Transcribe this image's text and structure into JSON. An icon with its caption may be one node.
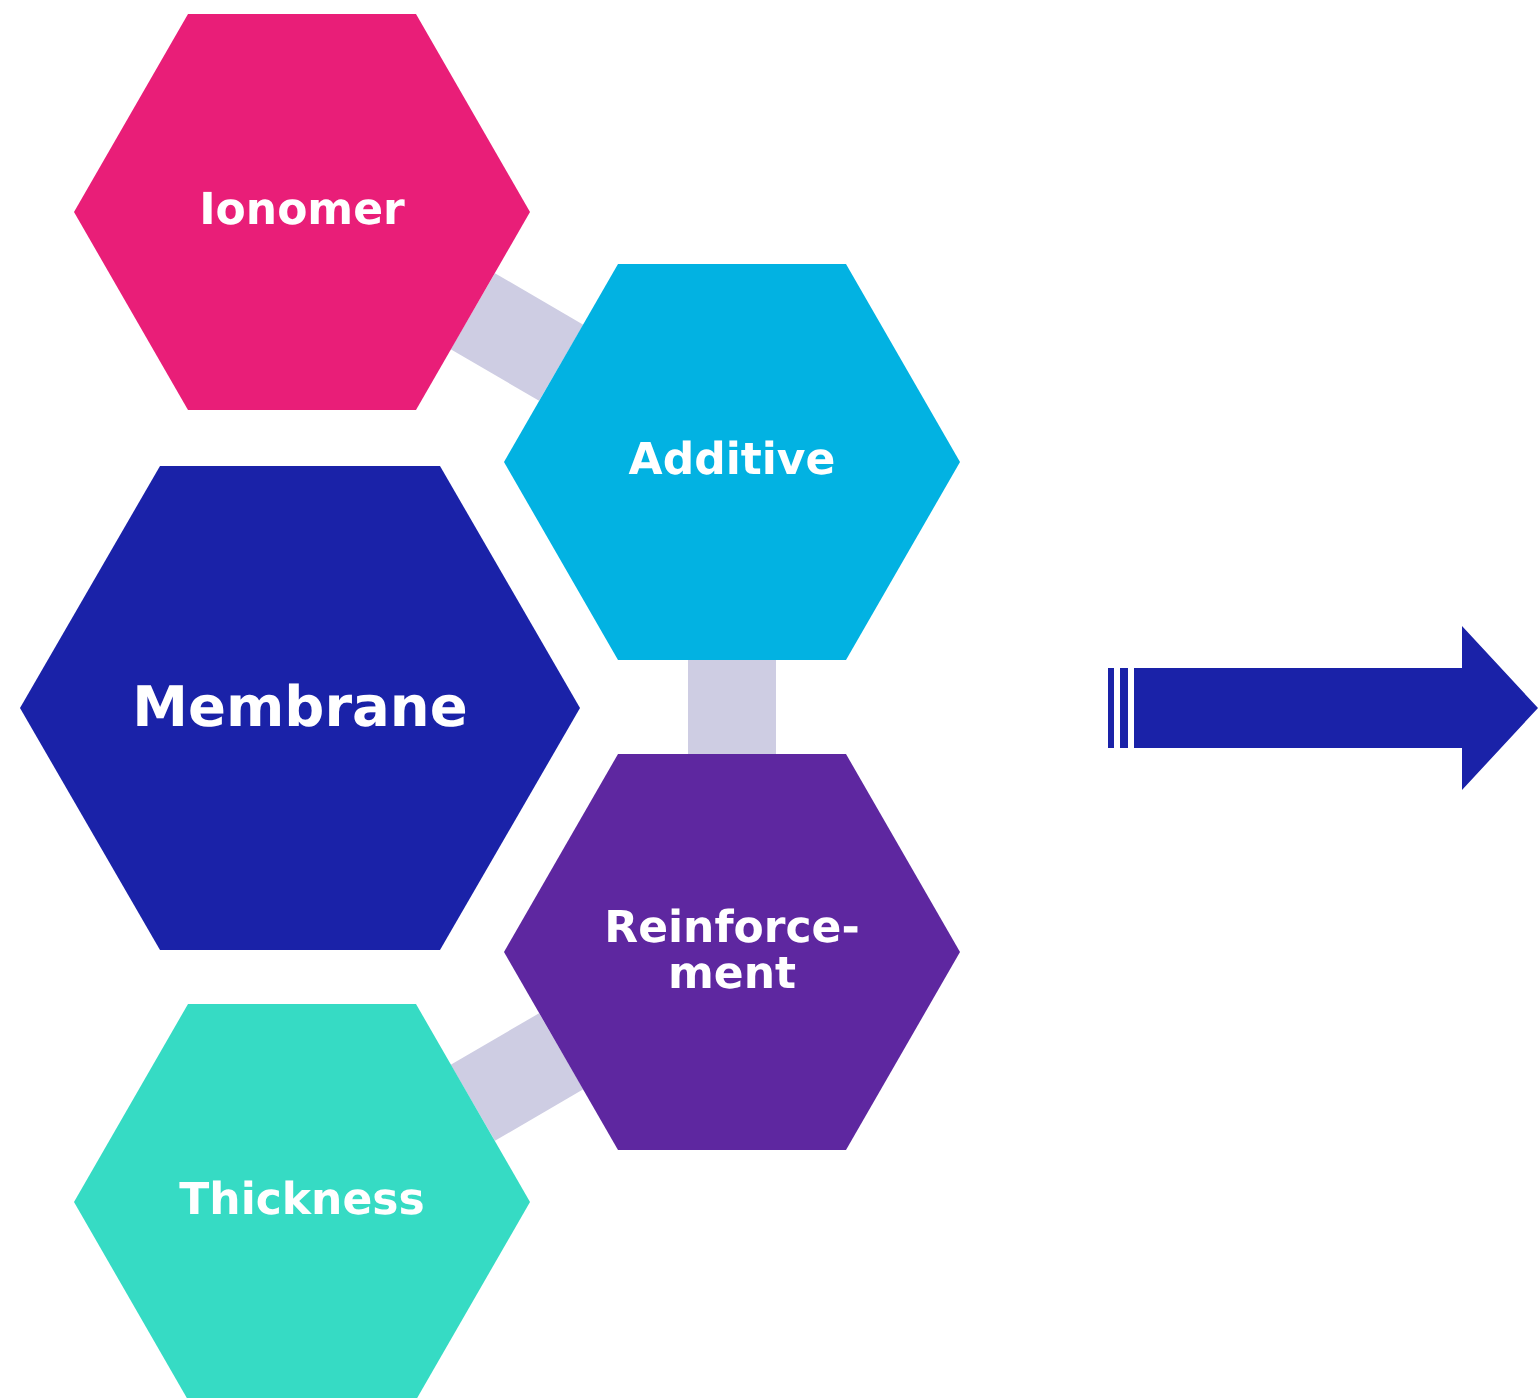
{
  "diagram": {
    "nodes": [
      {
        "text": [
          "Ionomer"
        ]
      },
      {
        "text": [
          "Additive"
        ]
      },
      {
        "text": [
          "Membrane"
        ]
      },
      {
        "text": [
          "Reinforce- ment"
        ]
      },
      {
        "text": [
          "Thickness"
        ]
      }
    ],
    "edges": [
      {
        "from": 0,
        "to": 1,
        "arrow": "none"
      },
      {
        "from": 1,
        "to": 3,
        "arrow": "none"
      },
      {
        "from": 3,
        "to": 4,
        "arrow": "none"
      }
    ]
  }
}
